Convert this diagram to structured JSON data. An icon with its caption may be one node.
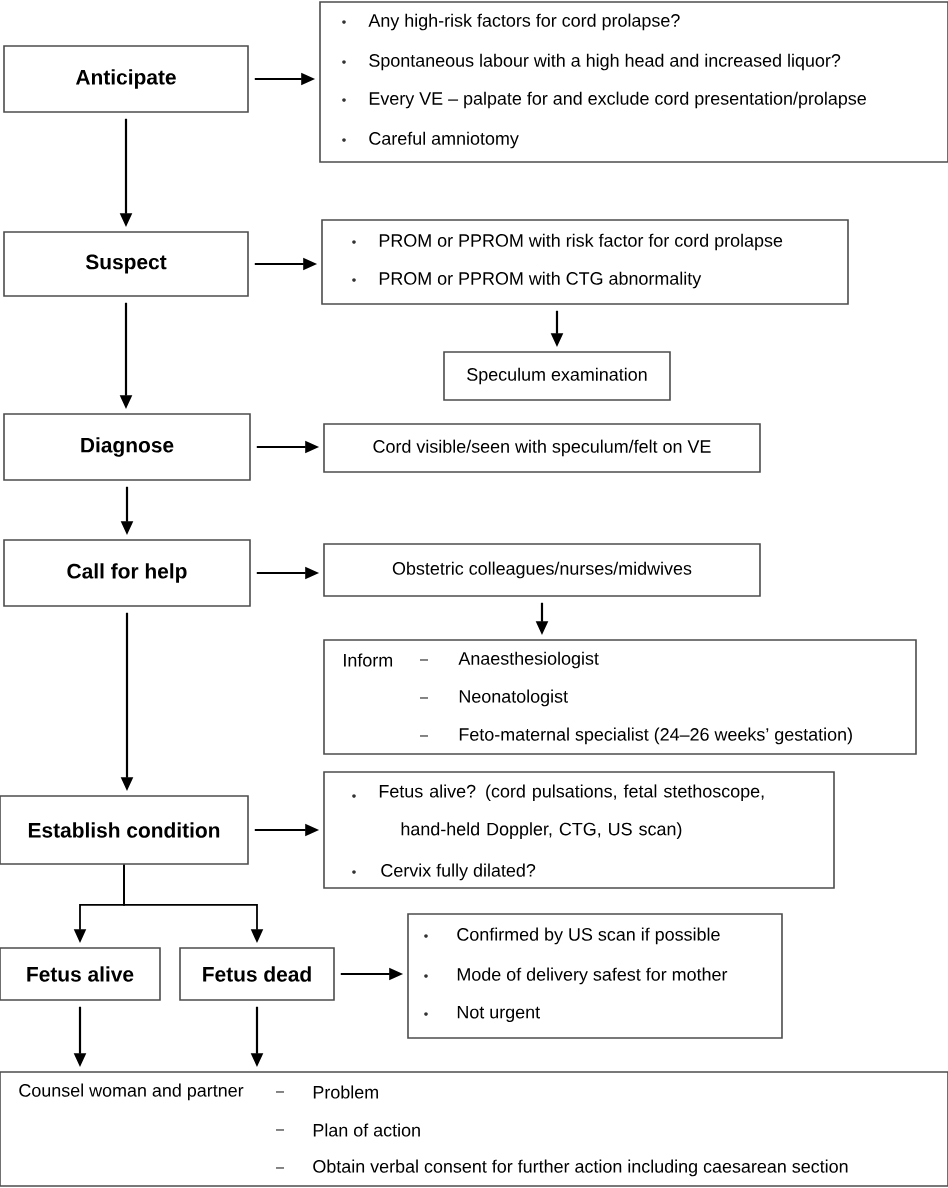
{
  "diagram": {
    "nodes": [
      {
        "text": [
          "Anticipate"
        ]
      },
      {
        "text": [
          "Any high-risk factors for cord prolapse?",
          "Spontaneous labour with a high head and increased liquor?",
          "Every VE – palpate for and exclude cord presentation/prolapse",
          "Careful amniotomy"
        ]
      },
      {
        "text": [
          "Suspect"
        ]
      },
      {
        "text": [
          "PROM or PPROM with risk factor for cord prolapse",
          "PROM or PPROM with CTG abnormality"
        ]
      },
      {
        "text": [
          "Speculum examination"
        ]
      },
      {
        "text": [
          "Diagnose"
        ]
      },
      {
        "text": [
          "Cord visible/seen with speculum/felt on VE"
        ]
      },
      {
        "text": [
          "Call for help"
        ]
      },
      {
        "text": [
          "Obstetric colleagues/nurses/midwives"
        ]
      },
      {
        "text": [
          "Inform",
          "Anaesthesiologist",
          "Neonatologist",
          "Feto-maternal specialist (24–26 weeks’ gestation)"
        ]
      },
      {
        "text": [
          "Establish condition"
        ]
      },
      {
        "text": [
          "Fetus alive? (cord pulsations, fetal stethoscope, hand-held Doppler, CTG, US scan)",
          "Cervix fully dilated?"
        ]
      },
      {
        "text": [
          "Fetus alive"
        ]
      },
      {
        "text": [
          "Fetus dead"
        ]
      },
      {
        "text": [
          "Confirmed by US scan if possible",
          "Mode of delivery safest for mother",
          "Not urgent"
        ]
      },
      {
        "text": [
          "Counsel woman and partner",
          "Problem",
          "Plan of action",
          "Obtain verbal consent for further action including caesarean section"
        ]
      }
    ],
    "edges": [
      {
        "from": 0,
        "to": 1,
        "arrow": "to"
      },
      {
        "from": 0,
        "to": 2,
        "arrow": "to"
      },
      {
        "from": 2,
        "to": 3,
        "arrow": "to"
      },
      {
        "from": 3,
        "to": 4,
        "arrow": "to"
      },
      {
        "from": 2,
        "to": 5,
        "arrow": "to"
      },
      {
        "from": 5,
        "to": 6,
        "arrow": "to"
      },
      {
        "from": 5,
        "to": 7,
        "arrow": "to"
      },
      {
        "from": 7,
        "to": 8,
        "arrow": "to"
      },
      {
        "from": 8,
        "to": 9,
        "arrow": "to"
      },
      {
        "from": 7,
        "to": 10,
        "arrow": "to"
      },
      {
        "from": 10,
        "to": 11,
        "arrow": "to"
      },
      {
        "from": 10,
        "to": 12,
        "arrow": "to"
      },
      {
        "from": 10,
        "to": 13,
        "arrow": "to"
      },
      {
        "from": 13,
        "to": 14,
        "arrow": "to"
      },
      {
        "from": 12,
        "to": 15,
        "arrow": "to"
      },
      {
        "from": 13,
        "to": 15,
        "arrow": "to"
      }
    ]
  }
}
